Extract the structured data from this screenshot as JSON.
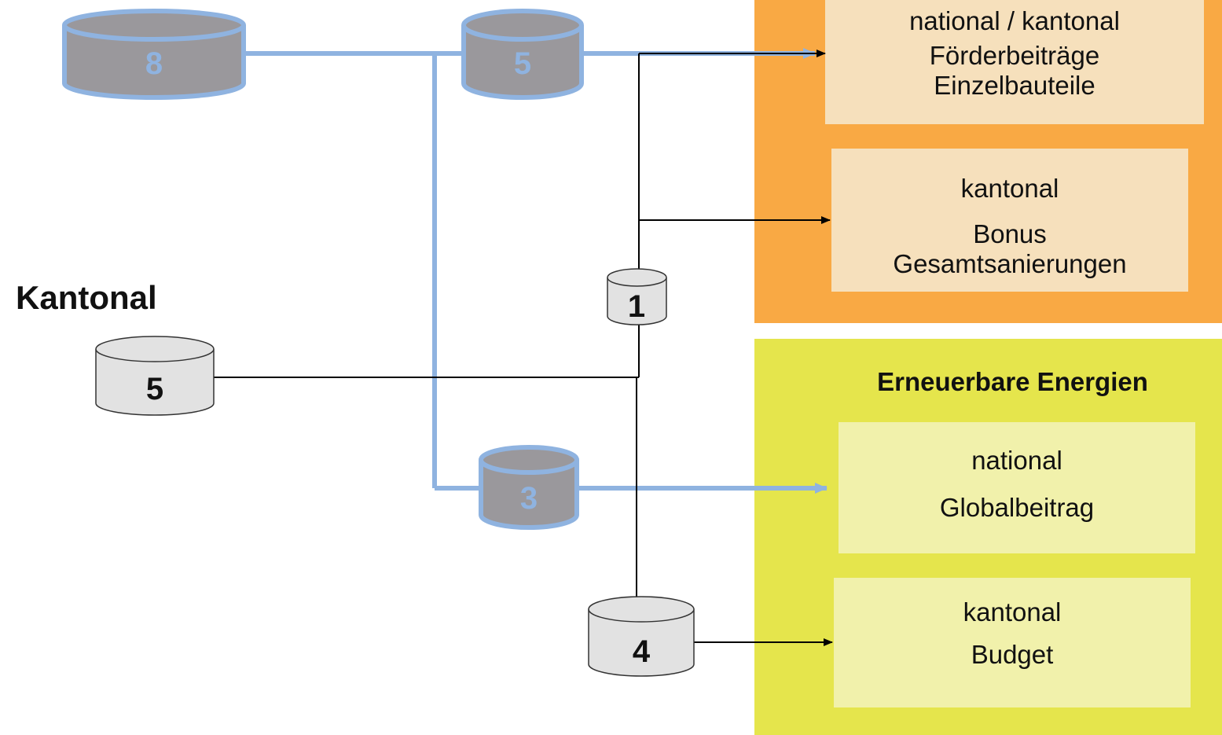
{
  "heading": "Kantonal",
  "section_heading": "Erneuerbare Energien",
  "boxes": {
    "national_kantonal": {
      "scope": "national / kantonal",
      "line1": "Förderbeiträge",
      "line2": "Einzelbauteile"
    },
    "kantonal_bonus": {
      "scope": "kantonal",
      "line1": "Bonus",
      "line2": "Gesamtsanierungen"
    },
    "national_global": {
      "scope": "national",
      "line1": "Globalbeitrag"
    },
    "kantonal_budget": {
      "scope": "kantonal",
      "line1": "Budget"
    }
  },
  "cylinders": {
    "c8": "8",
    "c5_top": "5",
    "c3": "3",
    "c1": "1",
    "c5_left": "5",
    "c4": "4"
  },
  "colors": {
    "orange_panel": "#f9a944",
    "yellow_panel": "#e5e54c",
    "orange_box": "#f6e0bc",
    "yellow_box": "#f1f1ab",
    "blue_line": "#8fb3e0",
    "faded_cylinder": "#9a989c",
    "cylinder_fill": "#e2e2e2"
  }
}
